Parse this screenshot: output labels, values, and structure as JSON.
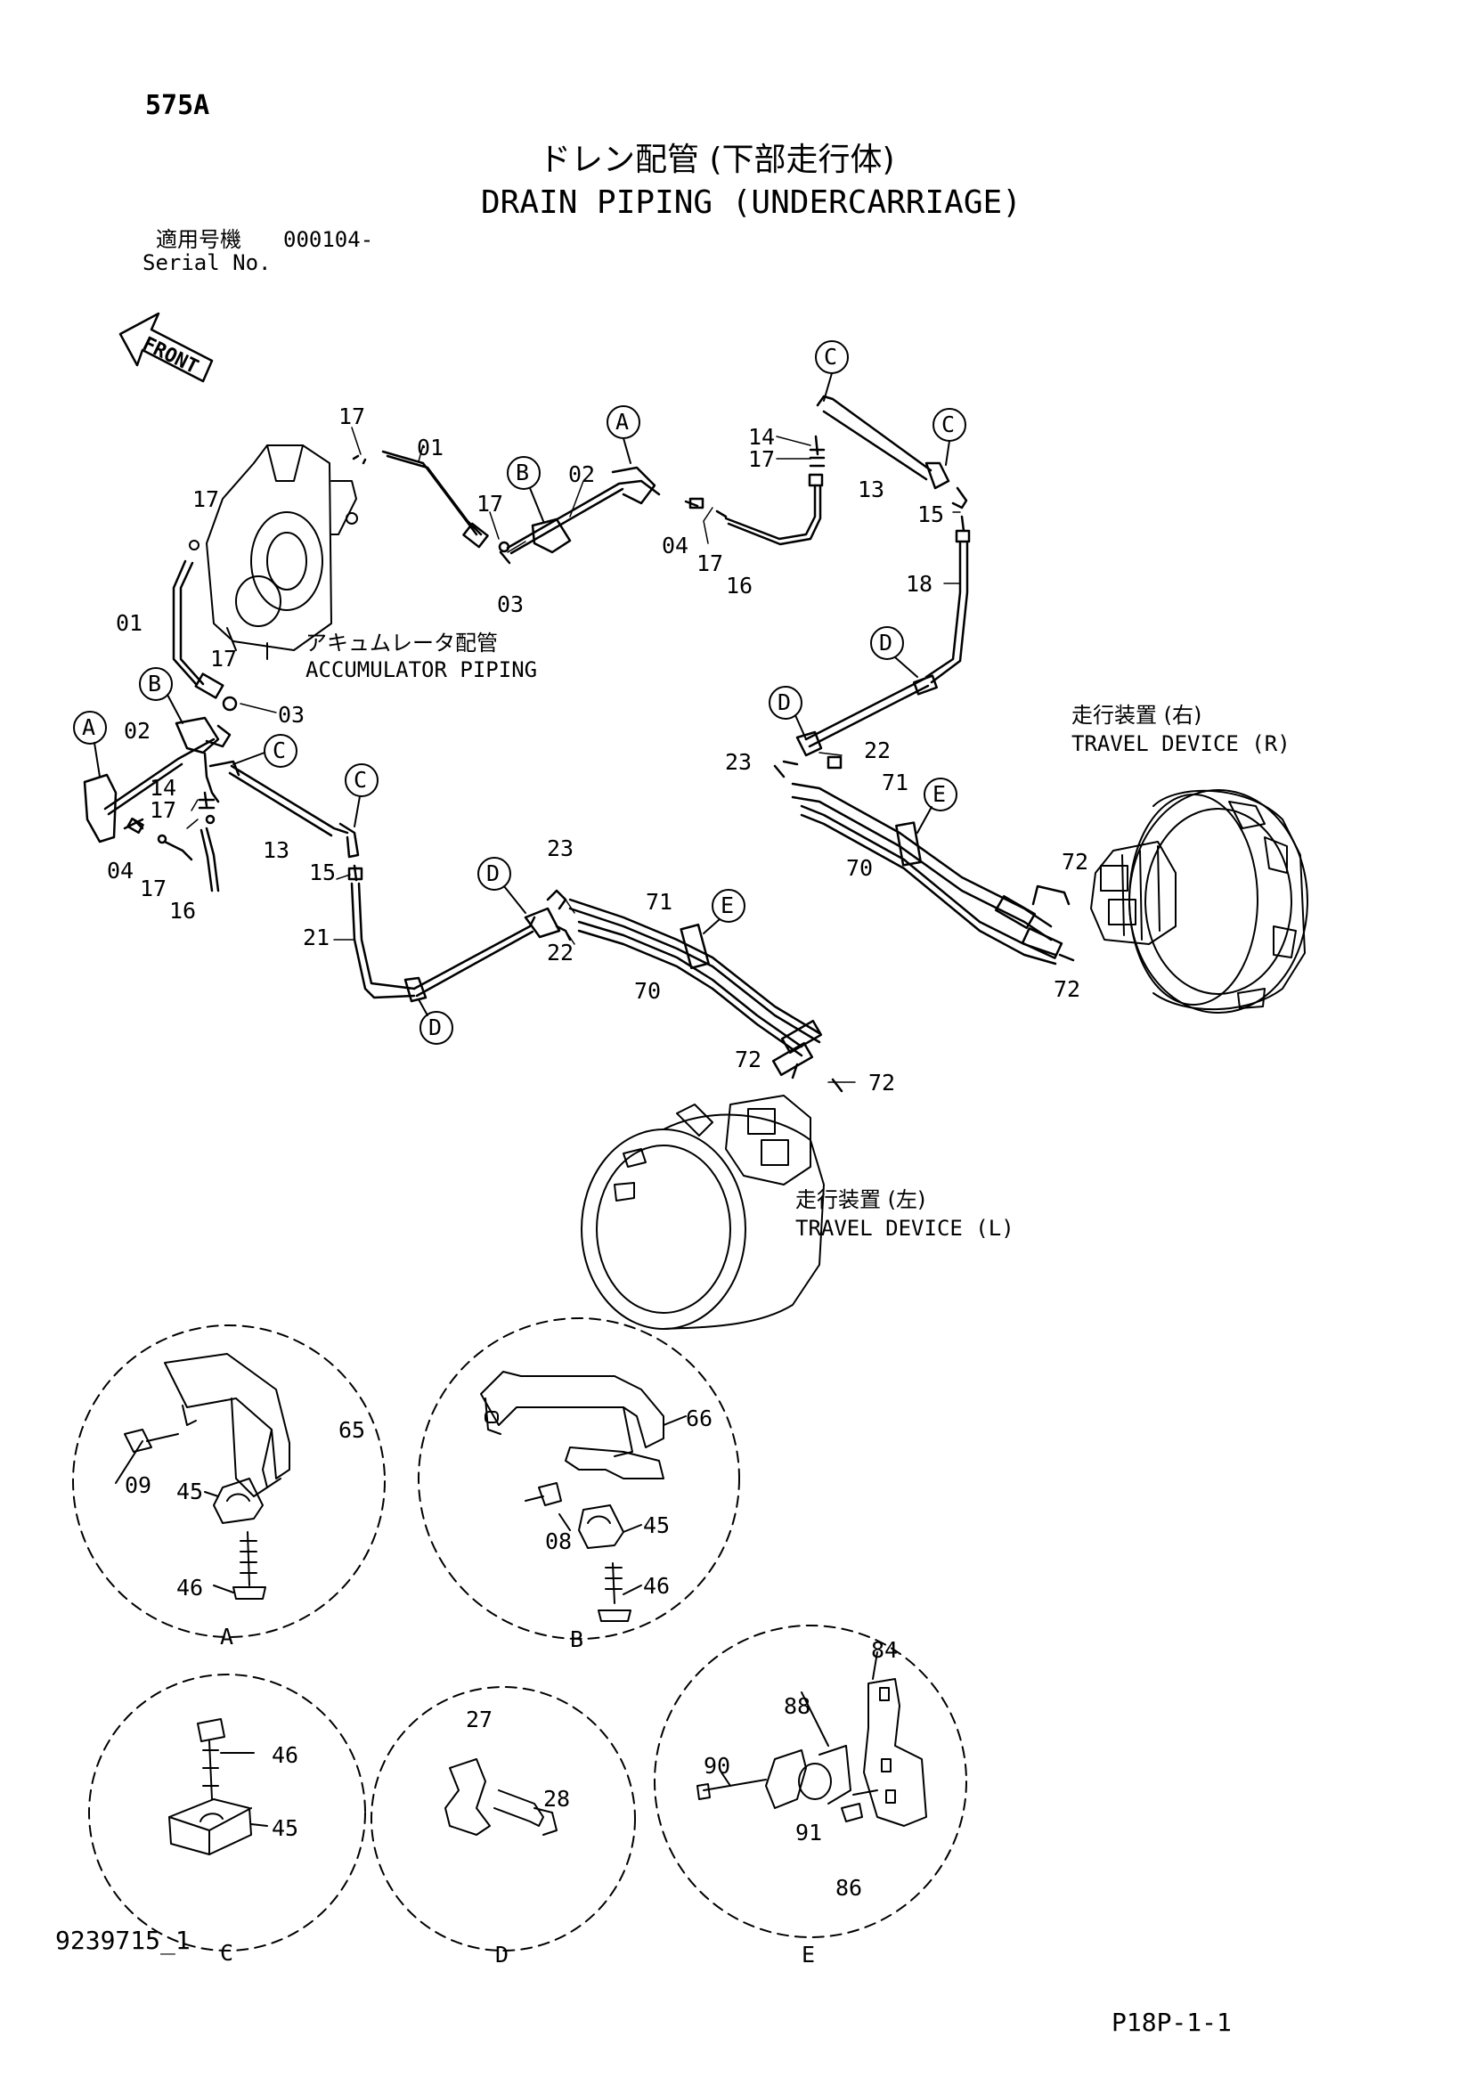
{
  "header": {
    "page_id": "575A",
    "title_jp": "ドレン配管 (下部走行体)",
    "title_en": "DRAIN PIPING (UNDERCARRIAGE)",
    "serial_label_jp": "適用号機",
    "serial_value": "000104-",
    "serial_label_en": "Serial No."
  },
  "front_label": "FRONT",
  "annotations": {
    "accumulator_jp": "アキュムレータ配管",
    "accumulator_en": "ACCUMULATOR PIPING",
    "travel_r_jp": "走行装置 (右)",
    "travel_r_en": "TRAVEL DEVICE (R)",
    "travel_l_jp": "走行装置 (左)",
    "travel_l_en": "TRAVEL DEVICE (L)"
  },
  "callouts": [
    "A",
    "B",
    "C",
    "D",
    "E"
  ],
  "part_numbers": [
    "01",
    "02",
    "03",
    "04",
    "08",
    "09",
    "13",
    "14",
    "15",
    "16",
    "17",
    "18",
    "21",
    "22",
    "23",
    "27",
    "28",
    "45",
    "46",
    "65",
    "66",
    "70",
    "71",
    "72",
    "84",
    "86",
    "88",
    "90",
    "91"
  ],
  "details": {
    "A": {
      "label": "A",
      "parts": [
        "09",
        "45",
        "46",
        "65"
      ]
    },
    "B": {
      "label": "B",
      "parts": [
        "08",
        "45",
        "46",
        "66"
      ]
    },
    "C": {
      "label": "C",
      "parts": [
        "45",
        "46"
      ]
    },
    "D": {
      "label": "D",
      "parts": [
        "27",
        "28"
      ]
    },
    "E": {
      "label": "E",
      "parts": [
        "84",
        "86",
        "88",
        "90",
        "91"
      ]
    }
  },
  "footer": {
    "drawing_number": "9239715_1",
    "sheet_ref": "P18P-1-1"
  }
}
